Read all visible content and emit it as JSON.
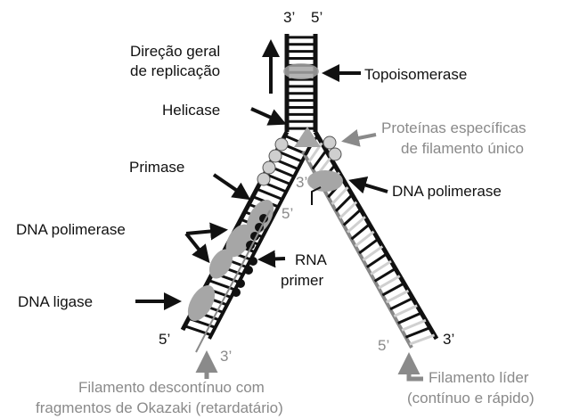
{
  "labels": {
    "top_3": "3’",
    "top_5": "5’",
    "direction_line1": "Direção geral",
    "direction_line2": "de replicação",
    "topoisomerase": "Topoisomerase",
    "helicase": "Helicase",
    "ssb_line1": "Proteínas específicas",
    "ssb_line2": "de filamento único",
    "primase": "Primase",
    "dna_polymerase_right": "DNA polimerase",
    "dna_polymerase_left": "DNA polimerase",
    "rna_primer_line1": "RNA",
    "rna_primer_line2": "primer",
    "dna_ligase": "DNA ligase",
    "lag_5_mid": "5’",
    "lead_3_mid": "3’",
    "lag_end_5": "5’",
    "lag_end_3": "3’",
    "lead_end_5": "5’",
    "lead_end_3": "3’",
    "lagging_line1": "Filamento descontínuo com",
    "lagging_line2": "fragmentos de Okazaki (retardatário)",
    "leading_line1": "Filamento líder",
    "leading_line2": "(contínuo e rápido)"
  },
  "colors": {
    "dark": "#111111",
    "gray": "#8a8a8a",
    "protein": "#a6a6a6",
    "light_rung": "#d0d0d0"
  },
  "icons": [
    "arrow-up-icon",
    "arrow-right-icon",
    "arrow-left-icon",
    "arrow-up-gray-icon"
  ]
}
